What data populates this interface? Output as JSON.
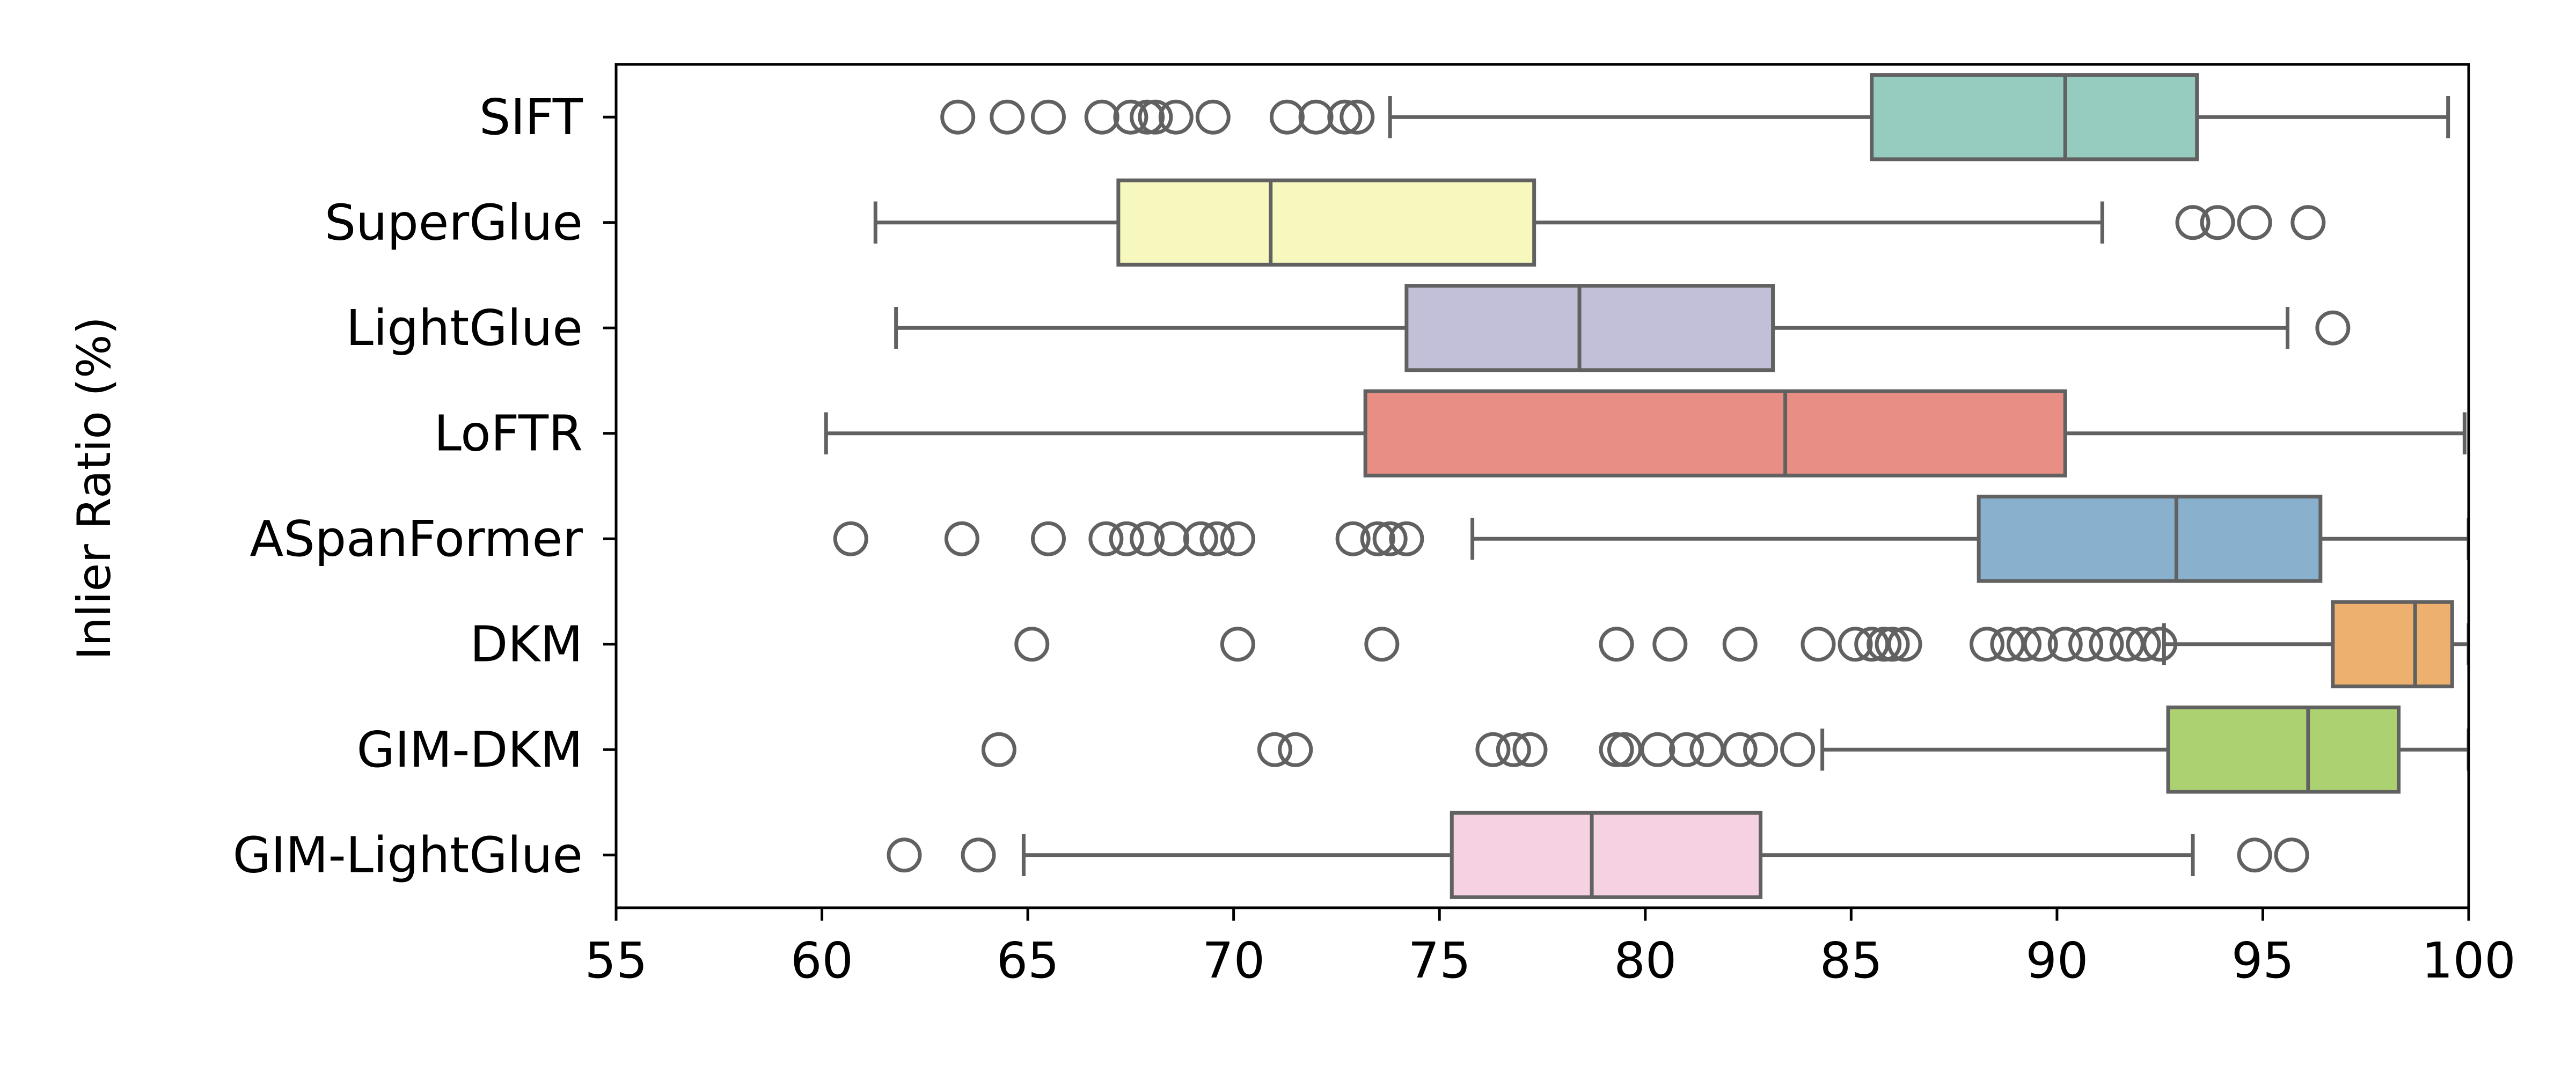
{
  "chart_data": {
    "type": "boxplot",
    "orientation": "horizontal",
    "ylabel": "Inlier Ratio (%)",
    "xlabel": "",
    "xlim": [
      55,
      100
    ],
    "xticks": [
      55,
      60,
      65,
      70,
      75,
      80,
      85,
      90,
      95,
      100
    ],
    "grid": false,
    "colors": {
      "stroke": "#616161",
      "axis": "#000000"
    },
    "series": [
      {
        "name": "SIFT",
        "color": "#96ccc0",
        "whisker_low": 73.8,
        "q1": 85.5,
        "median": 90.2,
        "q3": 93.4,
        "whisker_high": 99.5,
        "outliers": [
          63.3,
          64.5,
          65.5,
          66.8,
          67.5,
          67.9,
          68.1,
          68.6,
          69.5,
          71.3,
          72.0,
          72.7,
          73.0
        ]
      },
      {
        "name": "SuperGlue",
        "color": "#f7f8bd",
        "whisker_low": 61.3,
        "q1": 67.2,
        "median": 70.9,
        "q3": 77.3,
        "whisker_high": 91.1,
        "outliers": [
          93.3,
          93.9,
          94.8,
          96.1
        ]
      },
      {
        "name": "LightGlue",
        "color": "#c2bfd8",
        "whisker_low": 61.8,
        "q1": 74.2,
        "median": 78.4,
        "q3": 83.1,
        "whisker_high": 95.6,
        "outliers": [
          96.7
        ]
      },
      {
        "name": "LoFTR",
        "color": "#e98e84",
        "whisker_low": 60.1,
        "q1": 73.2,
        "median": 83.4,
        "q3": 90.2,
        "whisker_high": 99.9,
        "outliers": []
      },
      {
        "name": "ASpanFormer",
        "color": "#89b0cd",
        "whisker_low": 75.8,
        "q1": 88.1,
        "median": 92.9,
        "q3": 96.4,
        "whisker_high": 100,
        "outliers": [
          60.7,
          63.4,
          65.5,
          66.9,
          67.4,
          67.9,
          68.5,
          69.2,
          69.6,
          70.1,
          72.9,
          73.5,
          73.8,
          74.2
        ]
      },
      {
        "name": "DKM",
        "color": "#eeb06e",
        "whisker_low": 92.6,
        "q1": 96.7,
        "median": 98.7,
        "q3": 99.6,
        "whisker_high": 100,
        "outliers": [
          65.1,
          70.1,
          73.6,
          79.3,
          80.6,
          82.3,
          84.2,
          85.1,
          85.5,
          85.8,
          86.0,
          86.3,
          88.3,
          88.8,
          89.2,
          89.6,
          90.2,
          90.7,
          91.2,
          91.7,
          92.1,
          92.5
        ]
      },
      {
        "name": "GIM-DKM",
        "color": "#acd171",
        "whisker_low": 84.3,
        "q1": 92.7,
        "median": 96.1,
        "q3": 98.3,
        "whisker_high": 100,
        "outliers": [
          64.3,
          71.0,
          71.5,
          76.3,
          76.8,
          77.2,
          79.3,
          79.5,
          80.3,
          81.0,
          81.5,
          82.3,
          82.8,
          83.7
        ]
      },
      {
        "name": "GIM-LightGlue",
        "color": "#f5d1e2",
        "whisker_low": 64.9,
        "q1": 75.3,
        "median": 78.7,
        "q3": 82.8,
        "whisker_high": 93.3,
        "outliers": [
          62.0,
          63.8,
          94.8,
          95.7
        ]
      }
    ]
  }
}
